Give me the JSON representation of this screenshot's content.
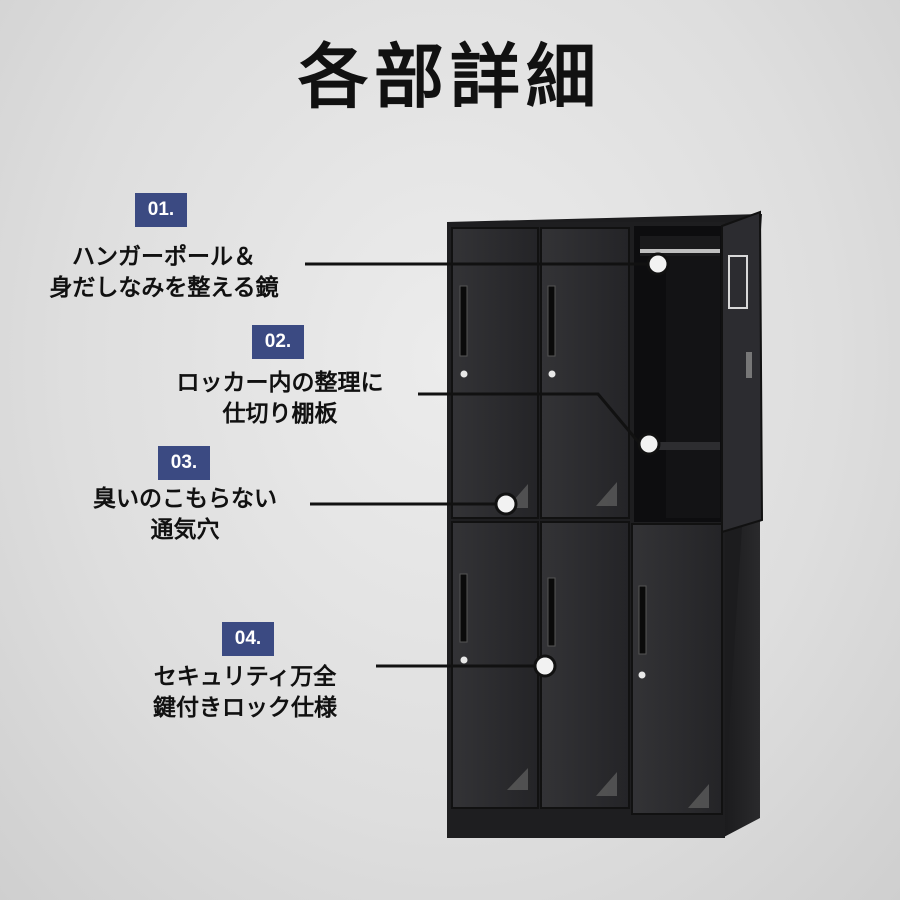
{
  "title": "各部詳細",
  "features": [
    {
      "number": "01.",
      "line1": "ハンガーポール＆",
      "line2": "身だしなみを整える鏡"
    },
    {
      "number": "02.",
      "line1": "ロッカー内の整理に",
      "line2": "仕切り棚板"
    },
    {
      "number": "03.",
      "line1": "臭いのこもらない",
      "line2": "通気穴"
    },
    {
      "number": "04.",
      "line1": "セキュリティ万全",
      "line2": "鍵付きロック仕様"
    }
  ],
  "colors": {
    "badge": "#3b4a82",
    "locker": "#2a2a2c",
    "text": "#111111"
  }
}
